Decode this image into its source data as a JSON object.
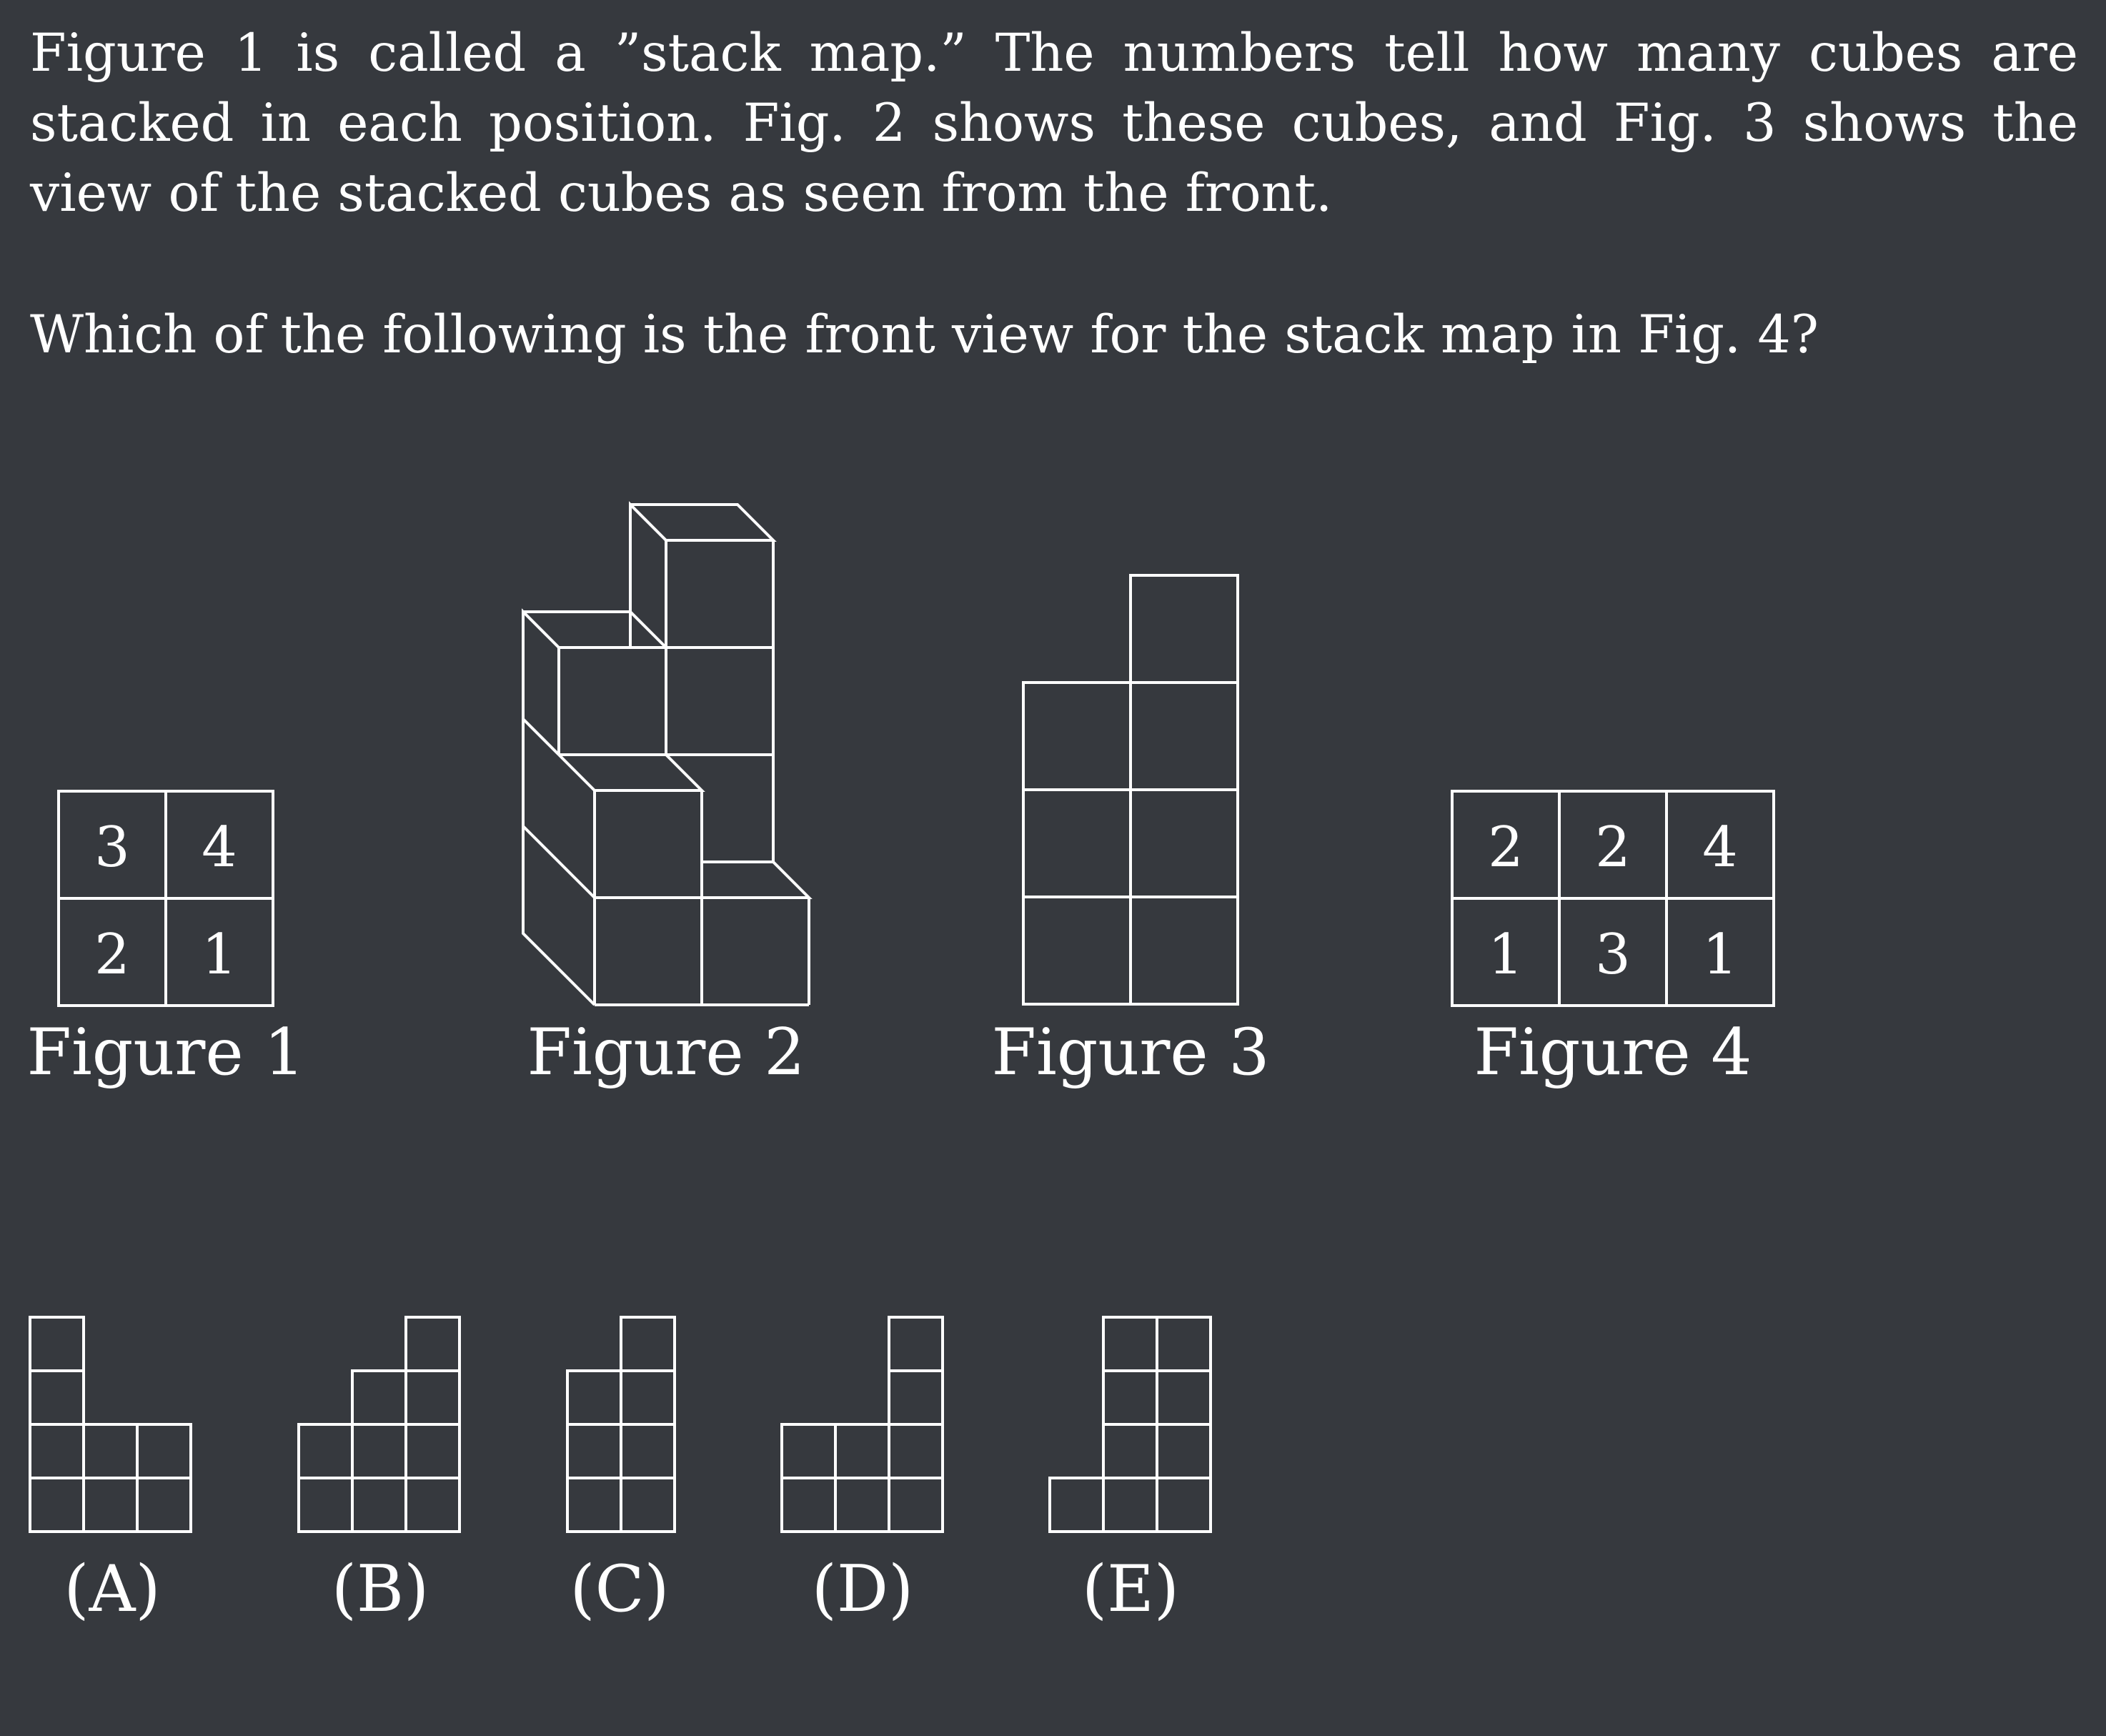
{
  "intro": "Figure 1 is called a ”stack map.” The numbers tell how many cubes are stacked in each position.  Fig.  2 shows these cubes, and Fig.  3 shows the view of the stacked cubes as seen from the front.",
  "question": "Which of the following is the front view for the stack map in Fig. 4?",
  "figure1": {
    "caption": "Figure 1",
    "grid": [
      [
        "3",
        "4"
      ],
      [
        "2",
        "1"
      ]
    ]
  },
  "figure2": {
    "caption": "Figure 2"
  },
  "figure3": {
    "caption": "Figure 3",
    "column_heights": [
      3,
      4
    ]
  },
  "figure4": {
    "caption": "Figure 4",
    "grid": [
      [
        "2",
        "2",
        "4"
      ],
      [
        "1",
        "3",
        "1"
      ]
    ]
  },
  "choices": [
    {
      "label": "(A)",
      "column_heights": [
        4,
        2,
        2
      ]
    },
    {
      "label": "(B)",
      "column_heights": [
        2,
        3,
        4
      ]
    },
    {
      "label": "(C)",
      "column_heights": [
        3,
        4
      ]
    },
    {
      "label": "(D)",
      "column_heights": [
        2,
        2,
        4
      ]
    },
    {
      "label": "(E)",
      "column_heights": [
        1,
        4,
        4
      ]
    }
  ],
  "colors": {
    "background": "#36393e",
    "ink": "#ffffff"
  }
}
